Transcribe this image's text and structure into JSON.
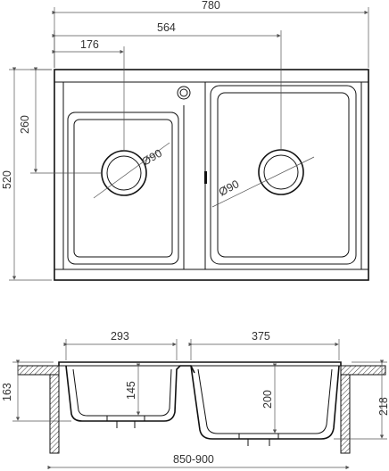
{
  "top_view": {
    "overall_width": "780",
    "drain_span": "564",
    "left_bowl_offset": "176",
    "drain_depth": "260",
    "overall_depth": "520",
    "left_drain_diameter": "Ø90",
    "right_drain_diameter": "Ø90"
  },
  "section_view": {
    "small_bowl_width": "293",
    "large_bowl_width": "375",
    "small_bowl_depth": "145",
    "large_bowl_depth": "200",
    "total_height": "163",
    "cabinet_height": "218",
    "cabinet_width": "850-900"
  }
}
